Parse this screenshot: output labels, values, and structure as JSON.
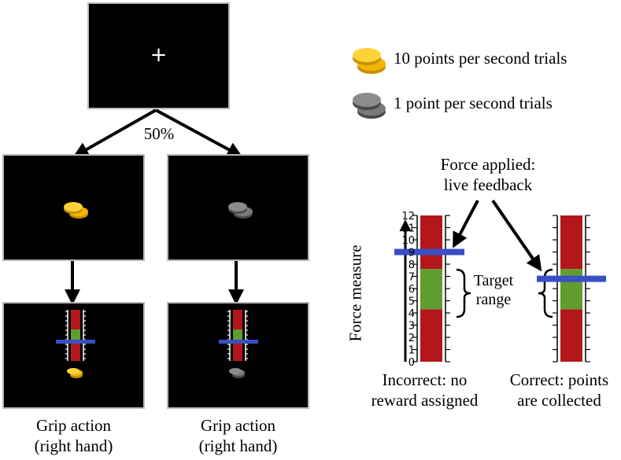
{
  "fixation_symbol": "+",
  "split_label": "50%",
  "legend": {
    "high_reward": "10 points per second trials",
    "low_reward": "1 point per second trials"
  },
  "feedback_label": {
    "line1": "Force applied:",
    "line2": "live feedback"
  },
  "axis_label": "Force measure",
  "axis_ticks": [
    "0",
    "1",
    "2",
    "3",
    "4",
    "5",
    "6",
    "7",
    "8",
    "9",
    "10",
    "11",
    "12"
  ],
  "target_label": {
    "line1": "Target",
    "line2": "range"
  },
  "target_range": [
    4.3,
    7.6
  ],
  "bar_max": 12,
  "force_incorrect": 9.0,
  "force_correct": 6.8,
  "captions": {
    "incorrect": {
      "line1": "Incorrect: no",
      "line2": "reward assigned"
    },
    "correct": {
      "line1": "Correct: points",
      "line2": "are collected"
    },
    "grip_left": {
      "line1": "Grip action",
      "line2": "(right hand)"
    },
    "grip_right": {
      "line1": "Grip action",
      "line2": "(right hand)"
    }
  },
  "colors": {
    "gold": "#f2b705",
    "gray": "#7a7a7a",
    "red": "#b2171b",
    "green": "#5f9e2e",
    "blue": "#3a4fc4"
  }
}
